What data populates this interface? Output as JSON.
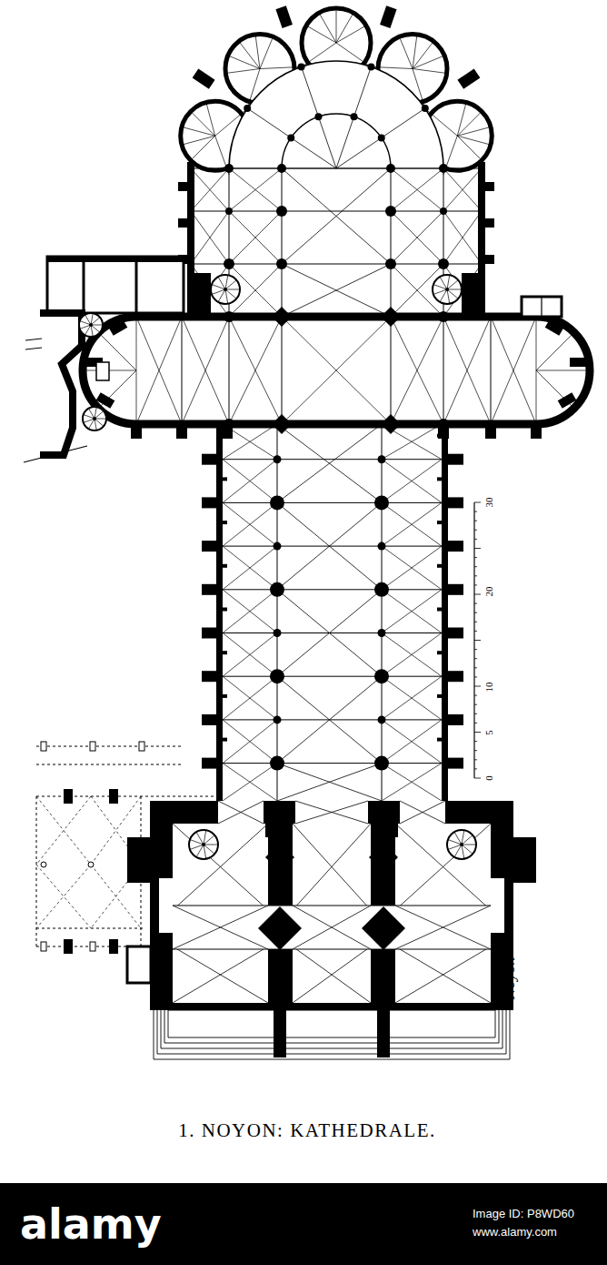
{
  "diagram": {
    "caption": "1. NOYON: KATHEDRALE.",
    "labels": [
      "0",
      "5",
      "10",
      "20",
      "30",
      "Noyon",
      "alamy",
      "Image ID: P8WD60",
      "www.alamy.com"
    ]
  }
}
